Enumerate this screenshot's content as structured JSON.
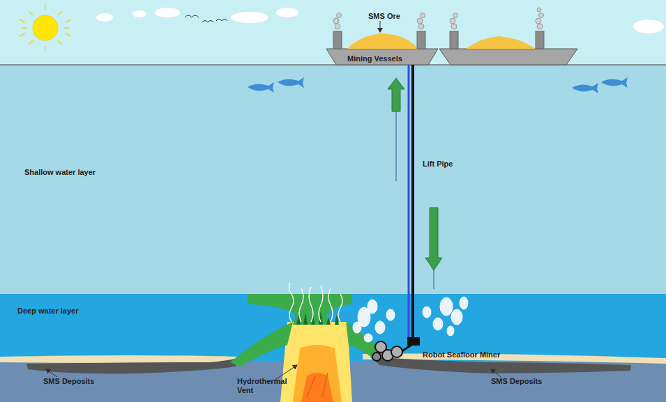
{
  "diagram": {
    "labels": [
      "SMS Ore",
      "Mining Vessels",
      "Lift Pipe",
      "Shallow water layer",
      "Deep water layer",
      "Robot Seafloor Miner",
      "Hydrothermal Vent",
      "SMS Deposits",
      "SMS Deposits"
    ]
  }
}
